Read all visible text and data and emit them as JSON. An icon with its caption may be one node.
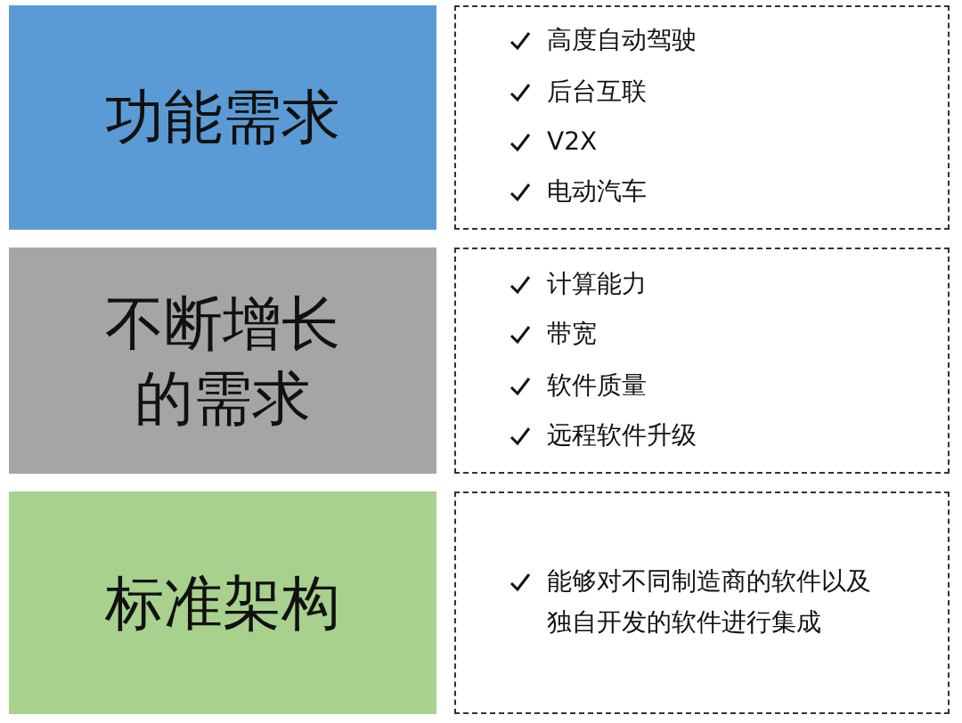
{
  "diagram": {
    "nodes": [
      {
        "text": [
          "功能需求"
        ]
      },
      {
        "text": [
          "高度自动驾驶",
          "后台互联",
          "V2X",
          "电动汽车"
        ]
      },
      {
        "text": [
          "不断增长的需求"
        ]
      },
      {
        "text": [
          "计算能力",
          "带宽",
          "软件质量",
          "远程软件升级"
        ]
      },
      {
        "text": [
          "标准架构"
        ]
      },
      {
        "text": [
          "能够对不同制造商的软件以及独自开发的软件进行集成"
        ]
      }
    ]
  }
}
